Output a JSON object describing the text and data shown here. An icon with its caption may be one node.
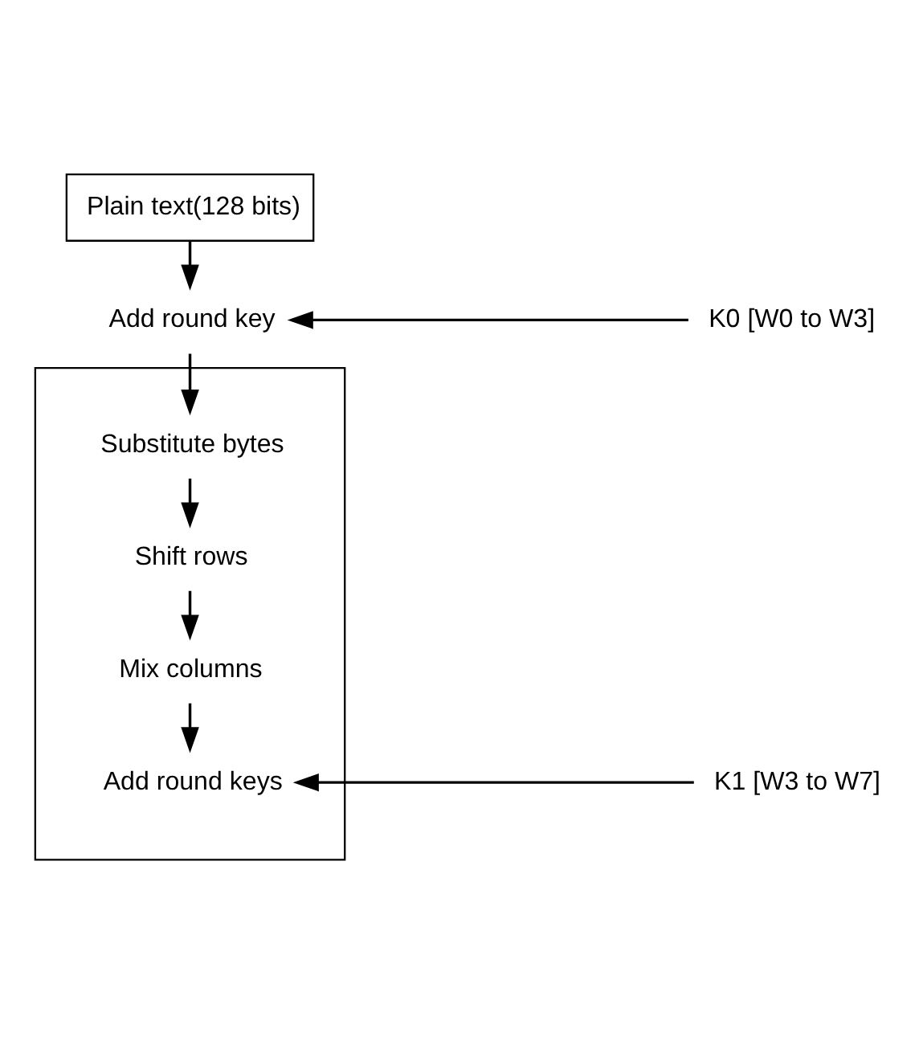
{
  "diagram": {
    "nodes": [
      {
        "text": [
          "Plain text(128 bits)"
        ]
      },
      {
        "text": [
          "Add round key"
        ]
      },
      {
        "text": [
          "K0 [W0 to W3]"
        ]
      },
      {
        "text": [],
        "shape": "box"
      },
      {
        "text": [
          "Substitute bytes"
        ],
        "in": 3
      },
      {
        "text": [
          "Shift rows"
        ],
        "in": 3
      },
      {
        "text": [
          "Mix columns"
        ],
        "in": 3
      },
      {
        "text": [
          "Add round keys"
        ],
        "in": 3
      },
      {
        "text": [
          "K1 [W3 to W7]"
        ]
      }
    ],
    "edges": [
      {
        "from": 0,
        "to": 1,
        "arrow": "to"
      },
      {
        "from": 2,
        "to": 1,
        "arrow": "to"
      },
      {
        "from": 1,
        "to": 4,
        "arrow": "to"
      },
      {
        "from": 4,
        "to": 5,
        "arrow": "to"
      },
      {
        "from": 5,
        "to": 6,
        "arrow": "to"
      },
      {
        "from": 6,
        "to": 7,
        "arrow": "to"
      },
      {
        "from": 8,
        "to": 7,
        "arrow": "to"
      }
    ]
  }
}
